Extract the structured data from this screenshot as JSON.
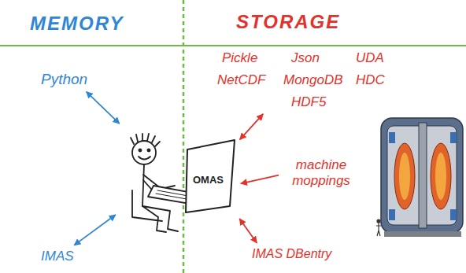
{
  "diagram": {
    "nodes": [
      {
        "text": [
          "Python"
        ]
      },
      {
        "text": [
          "Pickle",
          "Json",
          "UDA",
          "NetCDF",
          "MongoDB",
          "HDC",
          "HDF5"
        ]
      },
      {
        "text": [
          "OMAS"
        ]
      },
      {
        "text": [
          "machine moppings"
        ]
      },
      {
        "text": [
          "IMAS"
        ]
      },
      {
        "text": [
          "IMAS DBentry"
        ]
      }
    ],
    "edges": [
      {
        "from": 0,
        "to": 2,
        "arrow": "both"
      },
      {
        "from": 1,
        "to": 2,
        "arrow": "both"
      },
      {
        "from": 3,
        "to": 2,
        "arrow": "to"
      },
      {
        "from": 4,
        "to": 2,
        "arrow": "both"
      },
      {
        "from": 5,
        "to": 2,
        "arrow": "both"
      }
    ],
    "labels": [
      "MEMORY",
      "STORAGE"
    ]
  }
}
